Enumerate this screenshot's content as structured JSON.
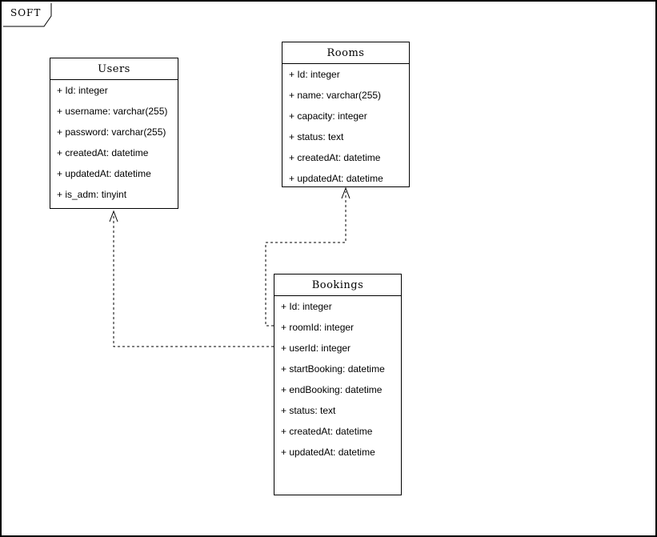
{
  "frame": {
    "label": "SOFT"
  },
  "colors": {
    "stroke": "#000000",
    "background": "#ffffff"
  },
  "entities": {
    "users": {
      "title": "Users",
      "attributes": [
        "+ Id: integer",
        "+ username: varchar(255)",
        "+ password: varchar(255)",
        "+ createdAt: datetime",
        "+ updatedAt: datetime",
        "+ is_adm: tinyint"
      ]
    },
    "rooms": {
      "title": "Rooms",
      "attributes": [
        "+ Id: integer",
        "+ name: varchar(255)",
        "+ capacity: integer",
        "+ status: text",
        "+ createdAt: datetime",
        "+ updatedAt: datetime"
      ]
    },
    "bookings": {
      "title": "Bookings",
      "attributes": [
        "+ Id: integer",
        "+ roomId: integer",
        "+ userId: integer",
        "+ startBooking: datetime",
        "+ endBooking: datetime",
        "+ status: text",
        "+ createdAt: datetime",
        "+ updatedAt: datetime"
      ]
    }
  },
  "relationships": [
    {
      "from": "Bookings.roomId",
      "to": "Rooms",
      "style": "dashed",
      "arrow": "open"
    },
    {
      "from": "Bookings.userId",
      "to": "Users",
      "style": "dashed",
      "arrow": "open"
    }
  ]
}
